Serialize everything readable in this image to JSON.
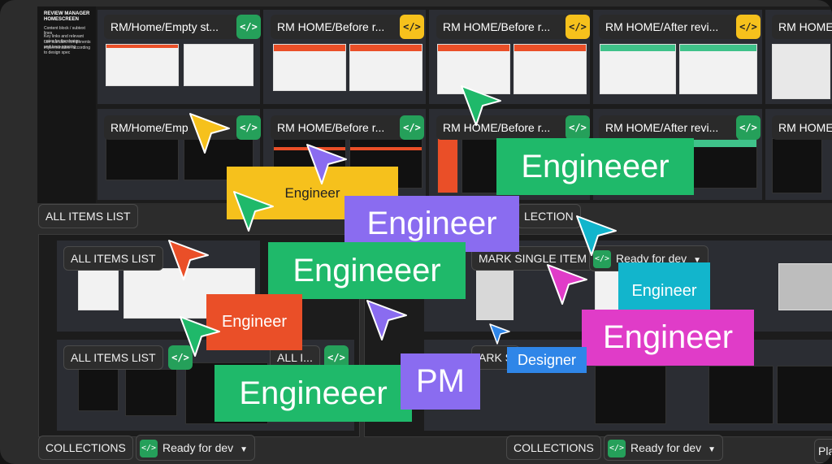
{
  "colors": {
    "green": "#1fb96a",
    "yellow": "#f6c11c",
    "purple": "#8a6cf0",
    "teal": "#12b5cc",
    "red": "#ea4f28",
    "magenta": "#e03cc8",
    "blue": "#2f86e8"
  },
  "side_note": {
    "title": "REVIEW MANAGER HOMESCREEN",
    "lines": [
      "Content block / subtext lines",
      "Key links and relevant notes for the design",
      "use standard components and keep spacing",
      "implementation according to design spec"
    ]
  },
  "frames_top": [
    "RM/Home/Empty st...",
    "RM HOME/Before r...",
    "RM HOME/Before r...",
    "RM HOME/After revi...",
    "RM HOME"
  ],
  "frames_mid": [
    "RM/Home/Emp",
    "RM HOME/Before r...",
    "RM HOME/Before r...",
    "RM HOME/After revi...",
    "RM HOME"
  ],
  "section_labels": {
    "all_items_list": "ALL ITEMS LIST",
    "collection": "LECTION",
    "bookmark_single": "MARK SINGLE ITEM",
    "all_items_1": "ALL ITEMS LIST",
    "all_items_2": "ALL ITEMS LIST",
    "all_items_3": "ALL I...",
    "bookmark_2": "ARK S",
    "collections_left": "COLLECTIONS",
    "collections_right": "COLLECTIONS",
    "pla": "Pla"
  },
  "ready_label": "Ready for dev",
  "dev_icon": "</>",
  "tags": {
    "engineer_yellow": "Engineer",
    "engineeer_top_right": "Engineeer",
    "engineer_purple": "Engineer",
    "engineeer_mid": "Engineeer",
    "engineer_teal": "Engineer",
    "engineer_red": "Engineer",
    "engineer_magenta": "Engineer",
    "designer": "Designer",
    "pm": "PM",
    "engineeer_bottom": "Engineeer"
  },
  "icons": {
    "dev": "code-icon",
    "chevron": "chevron-down-icon",
    "cursor": "cursor-arrow-icon"
  }
}
